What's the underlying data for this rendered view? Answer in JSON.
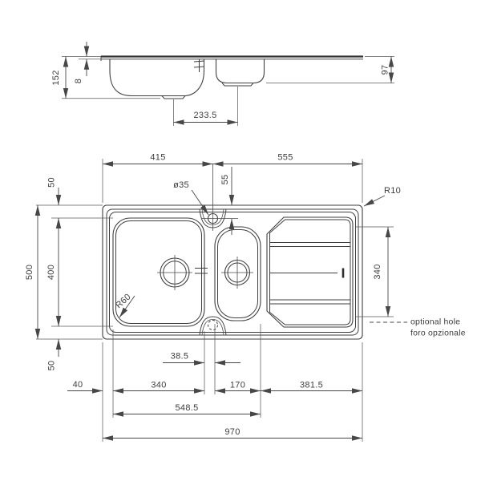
{
  "drawing": {
    "side_view": {
      "total_depth": "152",
      "rim_height": "8",
      "drain_distance": "233.5",
      "small_bowl_depth": "97"
    },
    "plan_view": {
      "left_section_width": "415",
      "right_section_width": "555",
      "tap_hole_diameter": "ø35",
      "tap_hole_offset": "55",
      "corner_radius": "R10",
      "bowl_corner_radius": "R60",
      "top_margin": "50",
      "overall_height": "500",
      "bowl_height": "400",
      "bottom_margin": "50",
      "left_margin": "40",
      "bowl_gap": "38.5",
      "main_bowl_width": "340",
      "small_bowl_width": "170",
      "drainer_length": "340",
      "drainer_width": "381.5",
      "bowls_span": "548.5",
      "overall_width": "970",
      "note_line1": "optional hole",
      "note_line2": "foro opzionale"
    }
  }
}
